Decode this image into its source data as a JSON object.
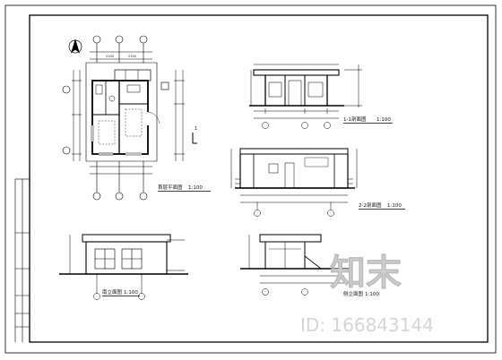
{
  "drawing": {
    "views": {
      "plan": {
        "title": "首层平面图",
        "scale": "1:100",
        "section_mark": "1"
      },
      "section": {
        "title": "1-1剖面图",
        "scale": "1:100"
      },
      "side_elevation": {
        "title": "2-2剖面图",
        "scale": "1:100"
      },
      "front_elevation": {
        "title": "南立面图",
        "scale": "1:100"
      },
      "right_elevation": {
        "title": "侧立面图",
        "scale": "1:100"
      }
    },
    "watermark": {
      "brand": "知末",
      "id_text": "ID: 166843144"
    }
  }
}
